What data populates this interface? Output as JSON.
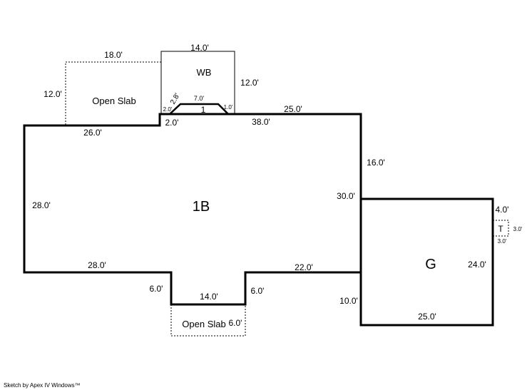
{
  "rooms": {
    "main": "1B",
    "garage": "G",
    "wb": "WB",
    "open_slab_top": "Open Slab",
    "open_slab_bottom": "Open Slab",
    "t_box": "T",
    "small_step": "1"
  },
  "dimensions": {
    "slab_top_width": "18.0'",
    "slab_top_height": "12.0'",
    "wb_width": "14.0'",
    "wb_height": "12.0'",
    "wb_inner_width": "7.0'",
    "wb_diag": "2.8'",
    "wb_left_small": "2.0'",
    "wb_right_small": "1.0'",
    "step_left": "2.0'",
    "main_top_left": "26.0'",
    "main_top_mid": "38.0'",
    "main_top_right": "25.0'",
    "main_right_upper": "16.0'",
    "main_right": "30.0'",
    "main_left": "28.0'",
    "main_bottom_left": "28.0'",
    "main_bottom_right": "22.0'",
    "notch_left": "6.0'",
    "notch_right": "6.0'",
    "notch_bottom": "14.0'",
    "slab_bottom_side": "6.0'",
    "garage_right_top": "4.0'",
    "garage_right": "24.0'",
    "garage_bottom": "25.0'",
    "garage_left_lower": "10.0'",
    "t_height": "3.0'",
    "t_width": "3.0'"
  },
  "footer": "Sketch by Apex IV Windows™",
  "colors": {
    "line": "#000000",
    "background": "#ffffff"
  }
}
